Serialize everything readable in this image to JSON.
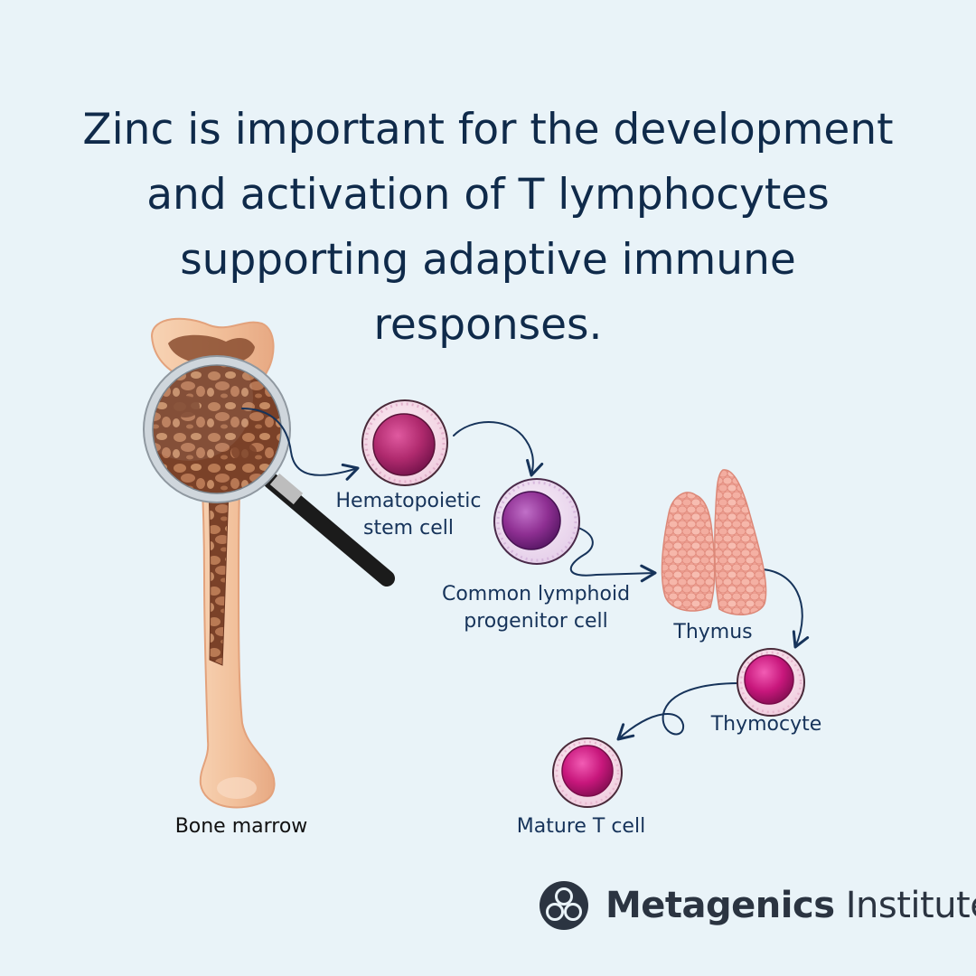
{
  "headline": {
    "line1": "Zinc is important for the development",
    "line2": "and activation of T lymphocytes",
    "line3": "supporting adaptive immune",
    "line4": "responses."
  },
  "labels": {
    "bone_marrow": "Bone marrow",
    "hsc_line1": "Hematopoietic",
    "hsc_line2": "stem cell",
    "clp_line1": "Common lymphoid",
    "clp_line2": "progenitor cell",
    "thymus": "Thymus",
    "thymocyte": "Thymocyte",
    "mature_t_cell": "Mature T cell"
  },
  "brand": {
    "name_bold": "Metagenics",
    "name_regular": "Institute"
  },
  "colors": {
    "background": "#e9f3f8",
    "text": "#0f2a4a",
    "bone": "#f3c7a4",
    "marrow": "#8a5134",
    "cell_magenta": "#c4187a",
    "cell_purple": "#8a2a8f",
    "thymus": "#f0a79a"
  }
}
